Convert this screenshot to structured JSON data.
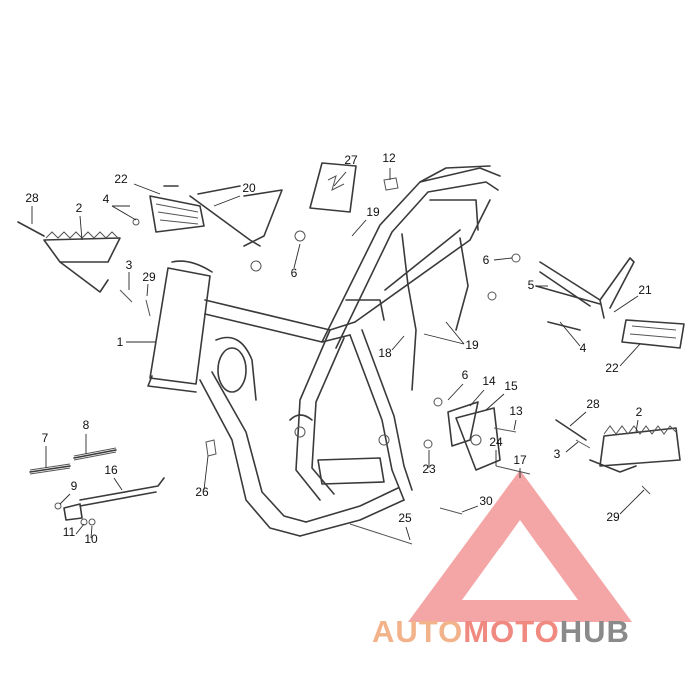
{
  "callouts": [
    {
      "id": "c27",
      "label": "27"
    },
    {
      "id": "c12",
      "label": "12"
    },
    {
      "id": "c22a",
      "label": "22"
    },
    {
      "id": "c20",
      "label": "20"
    },
    {
      "id": "c4a",
      "label": "4"
    },
    {
      "id": "c28a",
      "label": "28"
    },
    {
      "id": "c2a",
      "label": "2"
    },
    {
      "id": "c19a",
      "label": "19"
    },
    {
      "id": "c3a",
      "label": "3"
    },
    {
      "id": "c29a",
      "label": "29"
    },
    {
      "id": "c6a",
      "label": "6"
    },
    {
      "id": "c6b",
      "label": "6"
    },
    {
      "id": "c5",
      "label": "5"
    },
    {
      "id": "c21",
      "label": "21"
    },
    {
      "id": "c1",
      "label": "1"
    },
    {
      "id": "c18",
      "label": "18"
    },
    {
      "id": "c19b",
      "label": "19"
    },
    {
      "id": "c4b",
      "label": "4"
    },
    {
      "id": "c22b",
      "label": "22"
    },
    {
      "id": "c6c",
      "label": "6"
    },
    {
      "id": "c14",
      "label": "14"
    },
    {
      "id": "c15",
      "label": "15"
    },
    {
      "id": "c13",
      "label": "13"
    },
    {
      "id": "c28b",
      "label": "28"
    },
    {
      "id": "c2b",
      "label": "2"
    },
    {
      "id": "c7",
      "label": "7"
    },
    {
      "id": "c8",
      "label": "8"
    },
    {
      "id": "c16",
      "label": "16"
    },
    {
      "id": "c24",
      "label": "24"
    },
    {
      "id": "c17",
      "label": "17"
    },
    {
      "id": "c3b",
      "label": "3"
    },
    {
      "id": "c23",
      "label": "23"
    },
    {
      "id": "c26",
      "label": "26"
    },
    {
      "id": "c9",
      "label": "9"
    },
    {
      "id": "c30",
      "label": "30"
    },
    {
      "id": "c29b",
      "label": "29"
    },
    {
      "id": "c11",
      "label": "11"
    },
    {
      "id": "c10",
      "label": "10"
    },
    {
      "id": "c25",
      "label": "25"
    }
  ],
  "watermark": {
    "part1": "AUTO",
    "part2": "MOTO",
    "part3": "HUB",
    "colors": {
      "auto": "#f2b38a",
      "moto": "#f08a80",
      "hub": "#8a8a8a",
      "triangle": "#ee6f6f"
    }
  }
}
